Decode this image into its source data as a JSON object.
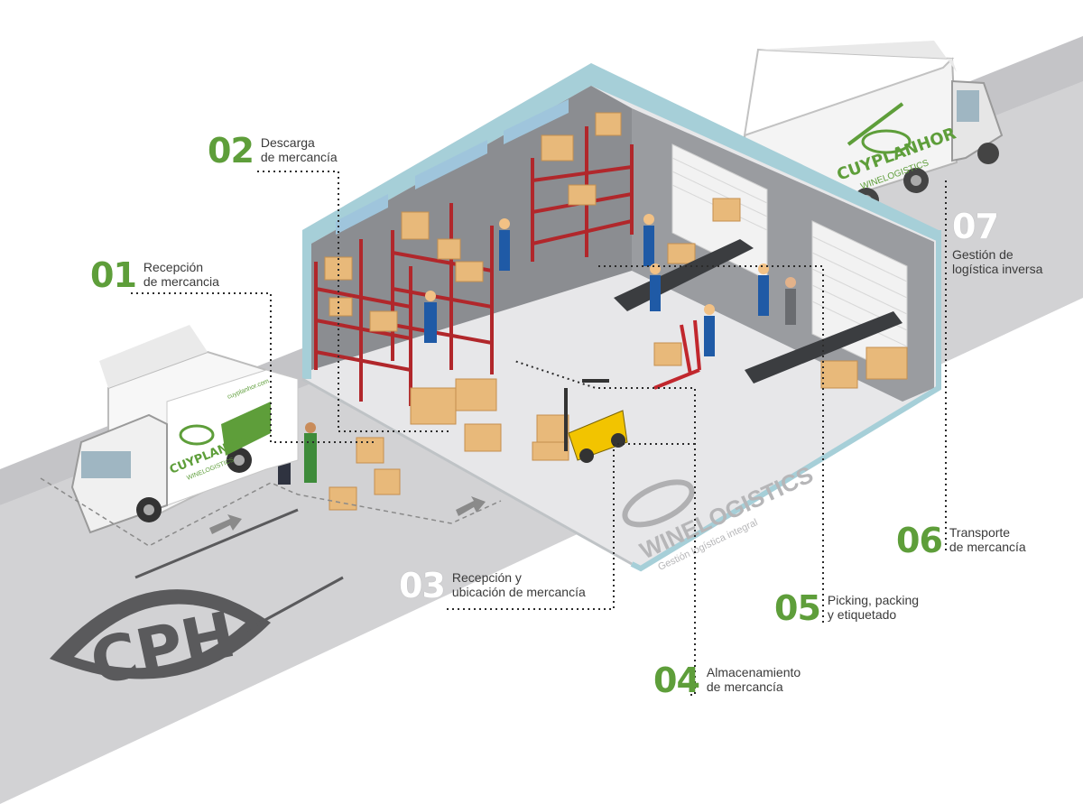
{
  "colors": {
    "accent_green": "#5e9e3a",
    "number_white": "#ffffff",
    "road": "#cfcfd2",
    "floor": "#e6e6e8",
    "wall": "#8d8f93",
    "wall_trim": "#a9cfd8",
    "rack": "#b1272b",
    "box": "#e8b97a",
    "logo_gray": "#5a5a5c"
  },
  "steps": [
    {
      "num": "01",
      "line1": "Recepción",
      "line2": "de mercancia",
      "num_color": "#5e9e3a"
    },
    {
      "num": "02",
      "line1": "Descarga",
      "line2": "de mercancía",
      "num_color": "#5e9e3a"
    },
    {
      "num": "03",
      "line1": "Recepción y",
      "line2": "ubicación de mercancía",
      "num_color": "#ffffff"
    },
    {
      "num": "04",
      "line1": "Almacenamiento",
      "line2": "de mercancía",
      "num_color": "#5e9e3a"
    },
    {
      "num": "05",
      "line1": "Picking, packing",
      "line2": "y etiquetado",
      "num_color": "#5e9e3a"
    },
    {
      "num": "06",
      "line1": "Transporte",
      "line2": "de mercancía",
      "num_color": "#5e9e3a"
    },
    {
      "num": "07",
      "line1": "Gestión de",
      "line2": "logística inversa",
      "num_color": "#ffffff"
    }
  ],
  "truck_left": {
    "brand": "CUYPLANHOR",
    "sub": "WINELOGISTICS",
    "web": "cuyplanhor.com"
  },
  "truck_right": {
    "brand": "CUYPLANHOR",
    "sub": "WINELOGISTICS"
  },
  "floor_logo": {
    "main": "WINELOGISTICS",
    "tagline": "Gestión logística integral"
  },
  "big_logo": {
    "text": "CPH",
    "icon": "eye-logo-icon"
  }
}
